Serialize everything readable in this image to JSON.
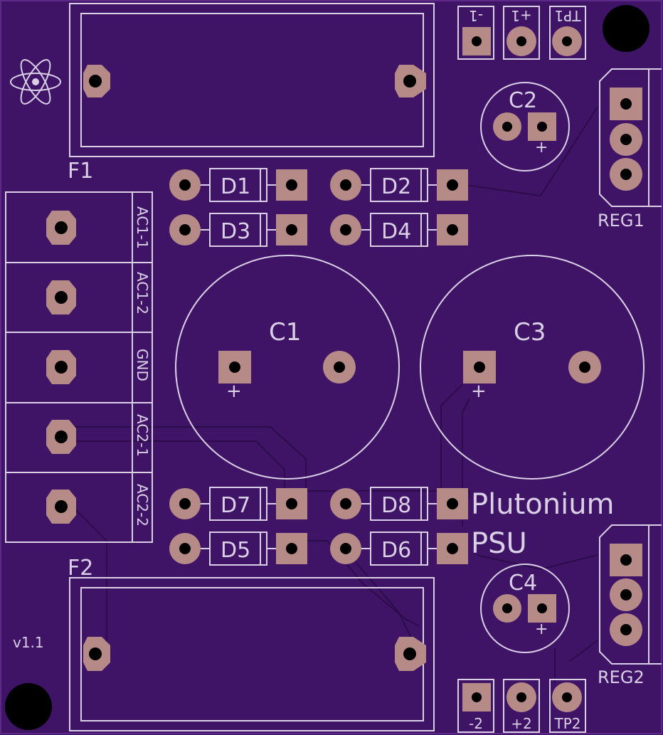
{
  "board": {
    "title_line1": "Plutonium",
    "title_line2": "PSU",
    "version": "v1.1",
    "logo": "atom-logo"
  },
  "fuses": {
    "f1": "F1",
    "f2": "F2"
  },
  "diodes": {
    "d1": "D1",
    "d2": "D2",
    "d3": "D3",
    "d4": "D4",
    "d5": "D5",
    "d6": "D6",
    "d7": "D7",
    "d8": "D8"
  },
  "capacitors": {
    "c1": "C1",
    "c2": "C2",
    "c3": "C3",
    "c4": "C4",
    "plus": "+"
  },
  "regulators": {
    "reg1": "REG1",
    "reg2": "REG2"
  },
  "terminal_block": {
    "labels": [
      "AC1-1",
      "AC1-2",
      "GND",
      "AC2-1",
      "AC2-2"
    ]
  },
  "test_points": {
    "top": [
      "-1",
      "+1",
      "TP1"
    ],
    "bottom": [
      "-2",
      "+2",
      "TP2"
    ]
  },
  "colors": {
    "board": "#3f1466",
    "silkscreen": "#d9d0e6",
    "copper": "#b58a87",
    "trace": "#2c0c4a",
    "hole": "#000000"
  }
}
